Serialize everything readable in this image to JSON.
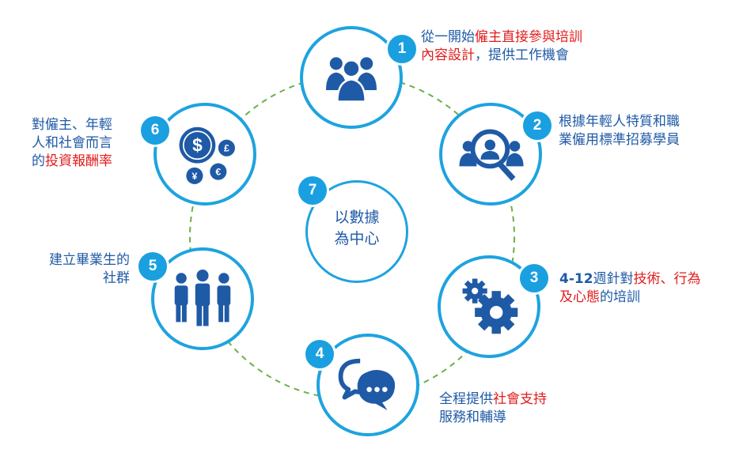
{
  "steps": [
    {
      "number": "1",
      "line1_plain": "從一開始",
      "line1_red": "僱主直接參與培訓",
      "line2_red": "內容設計",
      "line2_plain": "，提供工作機會",
      "icon": "people-group-icon"
    },
    {
      "number": "2",
      "line1": "根據年輕人特質和職",
      "line2": "業僱用標準招募學員",
      "icon": "magnifier-person-icon"
    },
    {
      "number": "3",
      "line1_bold": "4-12",
      "line1_plain": "週針對",
      "line1_red": "技術、行為",
      "line2_red": "及心態",
      "line2_plain": "的培訓",
      "icon": "gears-icon"
    },
    {
      "number": "4",
      "line1_plain": "全程提供",
      "line1_red": "社會支持",
      "line2_plain": "服務和輔導",
      "icon": "chat-bubbles-icon"
    },
    {
      "number": "5",
      "line1": "建立畢業生的",
      "line2": "社群",
      "icon": "three-people-icon"
    },
    {
      "number": "6",
      "line1": "對僱主、年輕",
      "line2": "人和社會而言",
      "line3_plain": "的",
      "line3_red": "投資報酬率",
      "icon": "currency-coins-icon"
    }
  ],
  "center": {
    "number": "7",
    "line1": "以數據",
    "line2": "為中心"
  },
  "colors": {
    "accent": "#1ea3df",
    "icon": "#1f5aa6",
    "text": "#1f5aa6",
    "highlight": "#e21b1b",
    "dashed": "#6ab04c"
  }
}
